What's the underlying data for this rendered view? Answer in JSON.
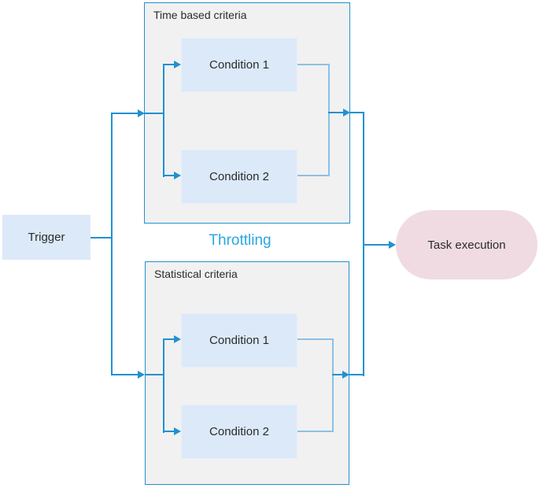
{
  "diagram_title": "Throttling",
  "nodes": {
    "trigger": "Trigger",
    "task_execution": "Task execution"
  },
  "groups": [
    {
      "title": "Time based criteria",
      "conditions": [
        "Condition 1",
        "Condition 2"
      ]
    },
    {
      "title": "Statistical criteria",
      "conditions": [
        "Condition 1",
        "Condition 2"
      ]
    }
  ],
  "colors": {
    "connector": "#2191d0",
    "connector_light": "#8cc0e5",
    "group_fill": "#f1f1f1",
    "group_border": "#2191d0",
    "condition_fill": "#dbe9f8",
    "trigger_fill": "#dce9f8",
    "task_fill": "#f0dbe2",
    "throttling_text": "#2aa7e0",
    "label_text": "#2b2b2b"
  }
}
